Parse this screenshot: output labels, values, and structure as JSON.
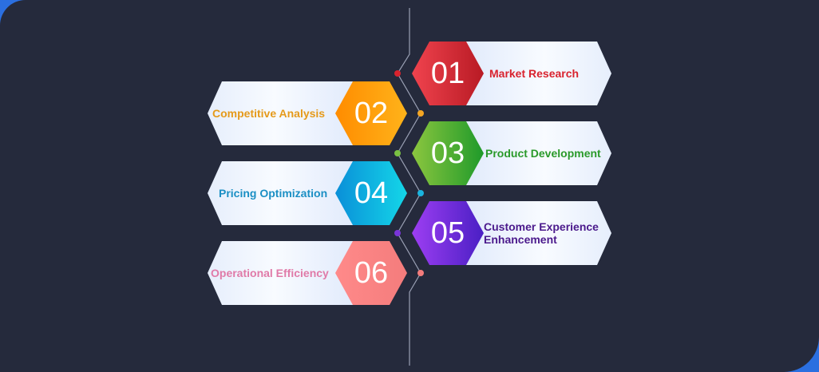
{
  "diagram": {
    "steps": [
      {
        "number": "01",
        "label": "Market Research",
        "color": "#d9232e",
        "hex_from": "#f0434e",
        "hex_to": "#b81a24",
        "side": "right"
      },
      {
        "number": "02",
        "label": "Competitive Analysis",
        "color": "#e59a1a",
        "hex_from": "#ff8c00",
        "hex_to": "#ffb31a",
        "side": "left"
      },
      {
        "number": "03",
        "label": "Product Development",
        "color": "#2a9a2a",
        "hex_from": "#8cc63f",
        "hex_to": "#1f9a2a",
        "side": "right"
      },
      {
        "number": "04",
        "label": "Pricing Optimization",
        "color": "#1b8fc4",
        "hex_from": "#0a8fd8",
        "hex_to": "#14d6e8",
        "side": "left"
      },
      {
        "number": "05",
        "label": "Customer Experience Enhancement",
        "label_line1": "Customer Experience",
        "label_line2": "Enhancement",
        "color": "#4b1a8c",
        "hex_from": "#9d3ef2",
        "hex_to": "#4a1fc4",
        "side": "right"
      },
      {
        "number": "06",
        "label": "Operational Efficiency",
        "color": "#e07aa8",
        "hex_from": "#ff8a8a",
        "hex_to": "#f47c7c",
        "side": "left"
      }
    ],
    "timeline_dot_colors": [
      "#d9232e",
      "#f5a623",
      "#7ac143",
      "#1ab4e0",
      "#7a35d8",
      "#f47c7c"
    ]
  }
}
